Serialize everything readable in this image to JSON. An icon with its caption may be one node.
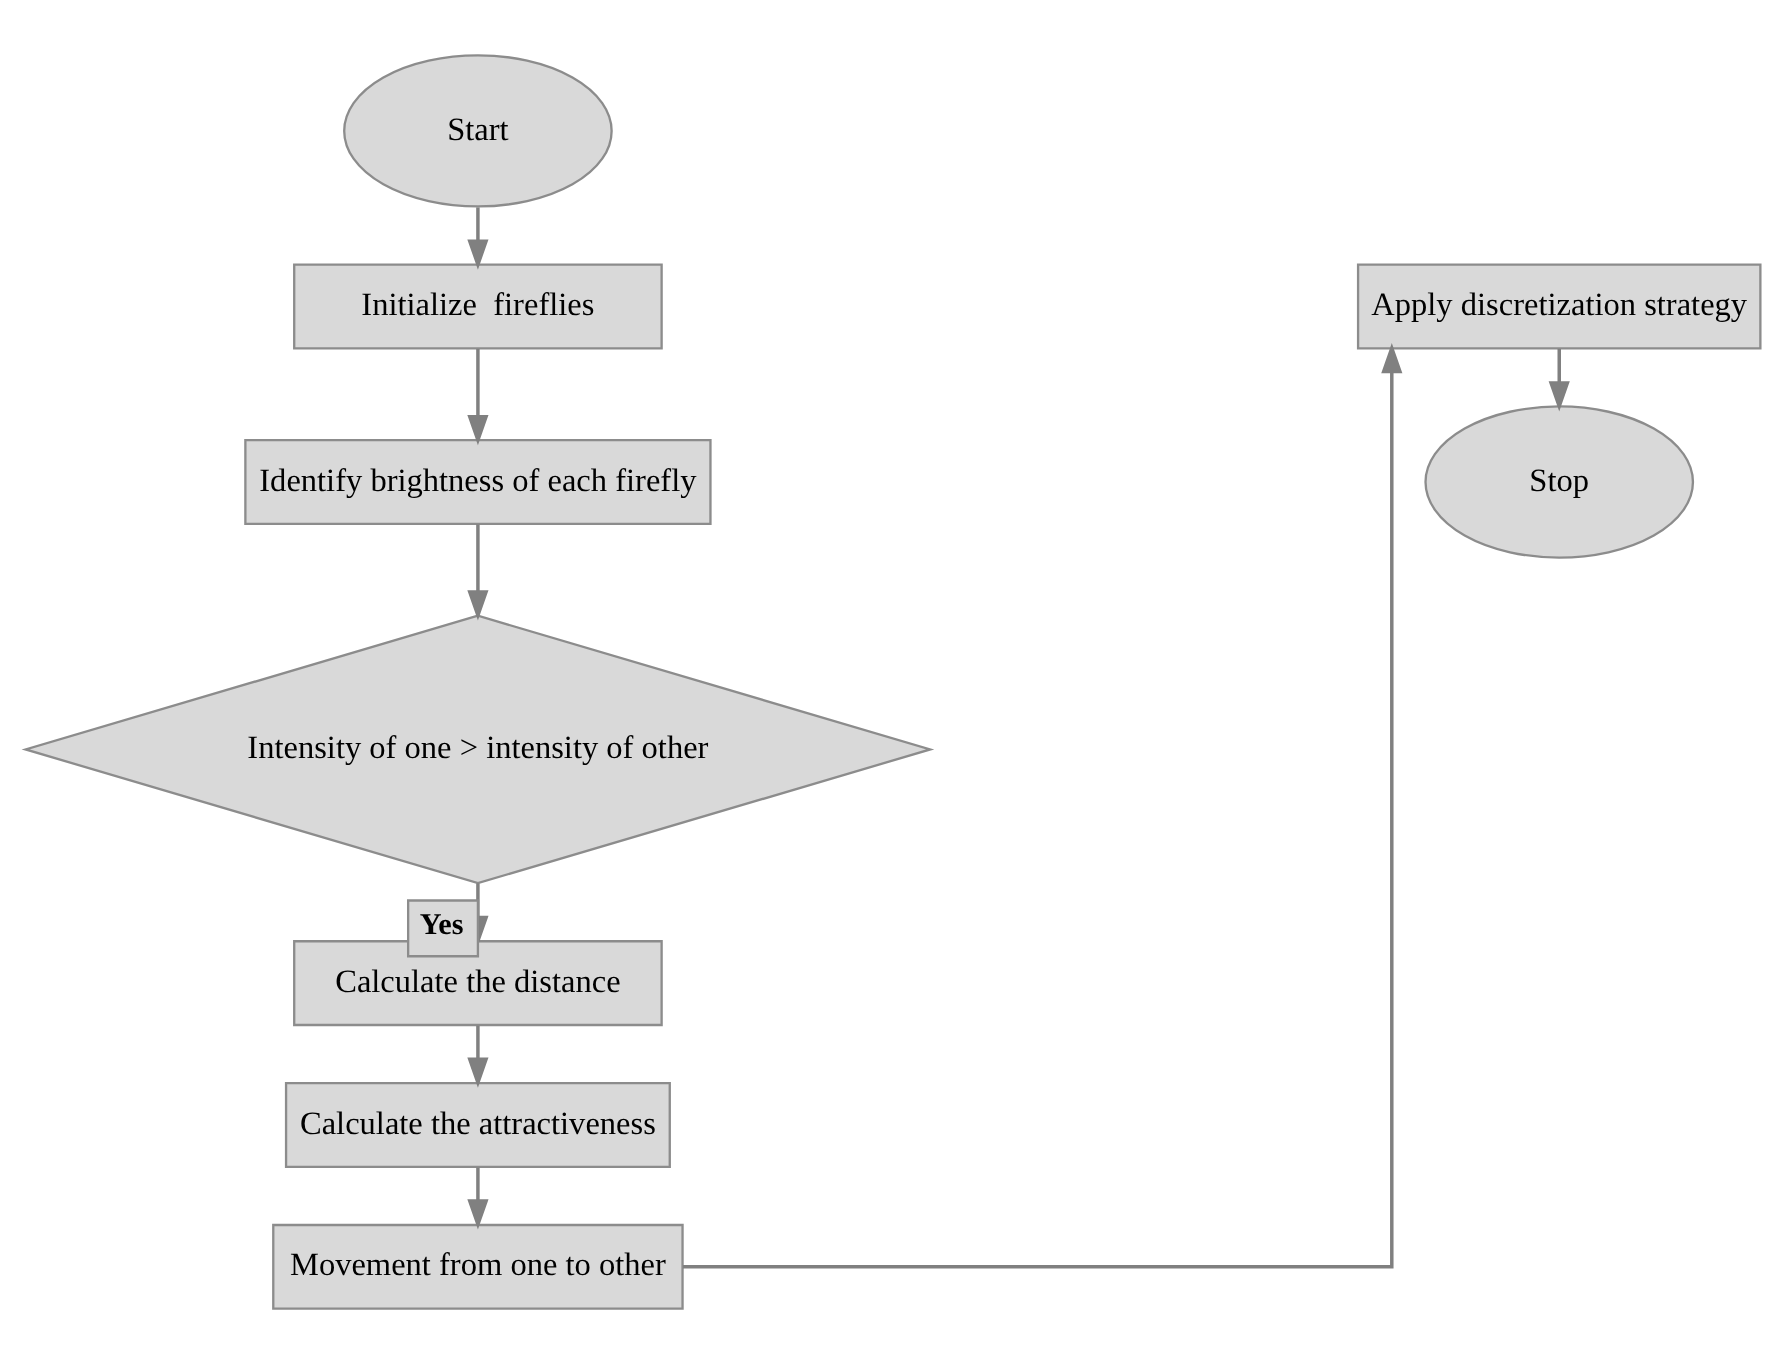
{
  "diagram": {
    "nodes": [
      {
        "text": [
          "Start"
        ]
      },
      {
        "text": [
          "Initialize  fireflies"
        ]
      },
      {
        "text": [
          "Identify brightness of each firefly"
        ]
      },
      {
        "text": [
          "Intensity of one > intensity of other"
        ]
      },
      {
        "text": [
          "Calculate the distance"
        ]
      },
      {
        "text": [
          "Calculate the attractiveness"
        ]
      },
      {
        "text": [
          "Movement from one to other"
        ]
      },
      {
        "text": [
          "Apply discretization strategy"
        ]
      },
      {
        "text": [
          "Stop"
        ]
      }
    ],
    "edges": [
      {
        "from": 0,
        "to": 1,
        "arrow": "to"
      },
      {
        "from": 1,
        "to": 2,
        "arrow": "to"
      },
      {
        "from": 2,
        "to": 3,
        "arrow": "to"
      },
      {
        "from": 3,
        "to": 4,
        "arrow": "to",
        "label": "Yes"
      },
      {
        "from": 4,
        "to": 5,
        "arrow": "to"
      },
      {
        "from": 5,
        "to": 6,
        "arrow": "to"
      },
      {
        "from": 6,
        "to": 7,
        "arrow": "to"
      },
      {
        "from": 7,
        "to": 8,
        "arrow": "to"
      }
    ]
  }
}
